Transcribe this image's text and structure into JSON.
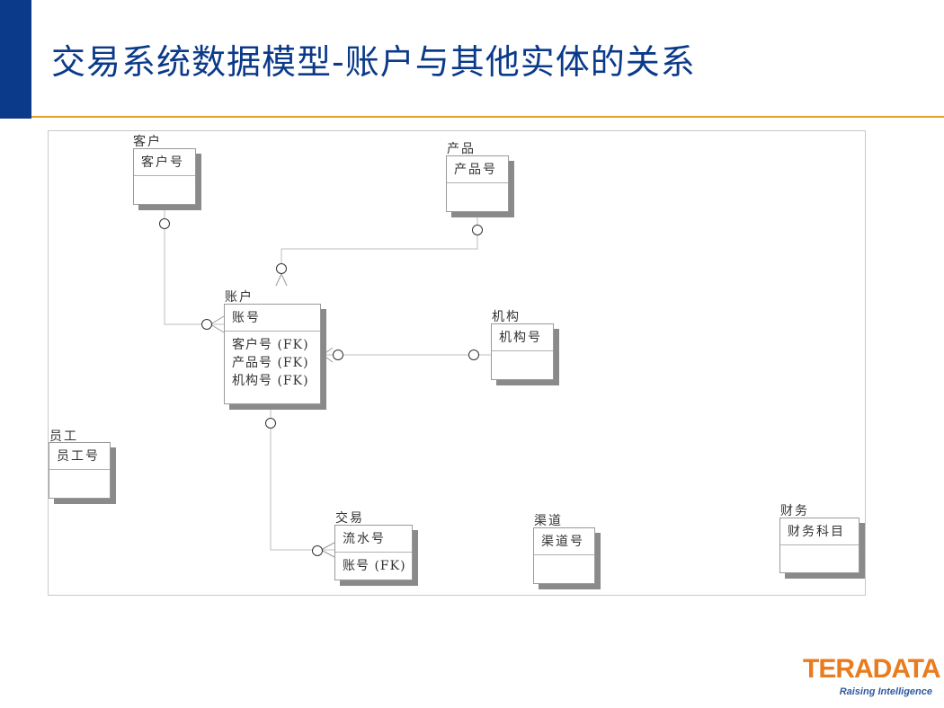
{
  "header": {
    "title": "交易系统数据模型-账户与其他实体的关系",
    "accent_color": "#0b3a8a",
    "rule_color": "#e8a020"
  },
  "entities": {
    "customer": {
      "name": "客户",
      "pk": "客户号"
    },
    "product": {
      "name": "产品",
      "pk": "产品号"
    },
    "account": {
      "name": "账户",
      "pk": "账号",
      "attrs": [
        "客户号 (FK)",
        "产品号 (FK)",
        "机构号 (FK)"
      ]
    },
    "organization": {
      "name": "机构",
      "pk": "机构号"
    },
    "employee": {
      "name": "员工",
      "pk": "员工号"
    },
    "transaction": {
      "name": "交易",
      "pk": "流水号",
      "attrs": [
        "账号 (FK)"
      ]
    },
    "channel": {
      "name": "渠道",
      "pk": "渠道号"
    },
    "finance": {
      "name": "财务",
      "pk": "财务科目"
    }
  },
  "logo": {
    "text": "TERADATA",
    "tagline": "Raising Intelligence",
    "color": "#e87c1e"
  }
}
